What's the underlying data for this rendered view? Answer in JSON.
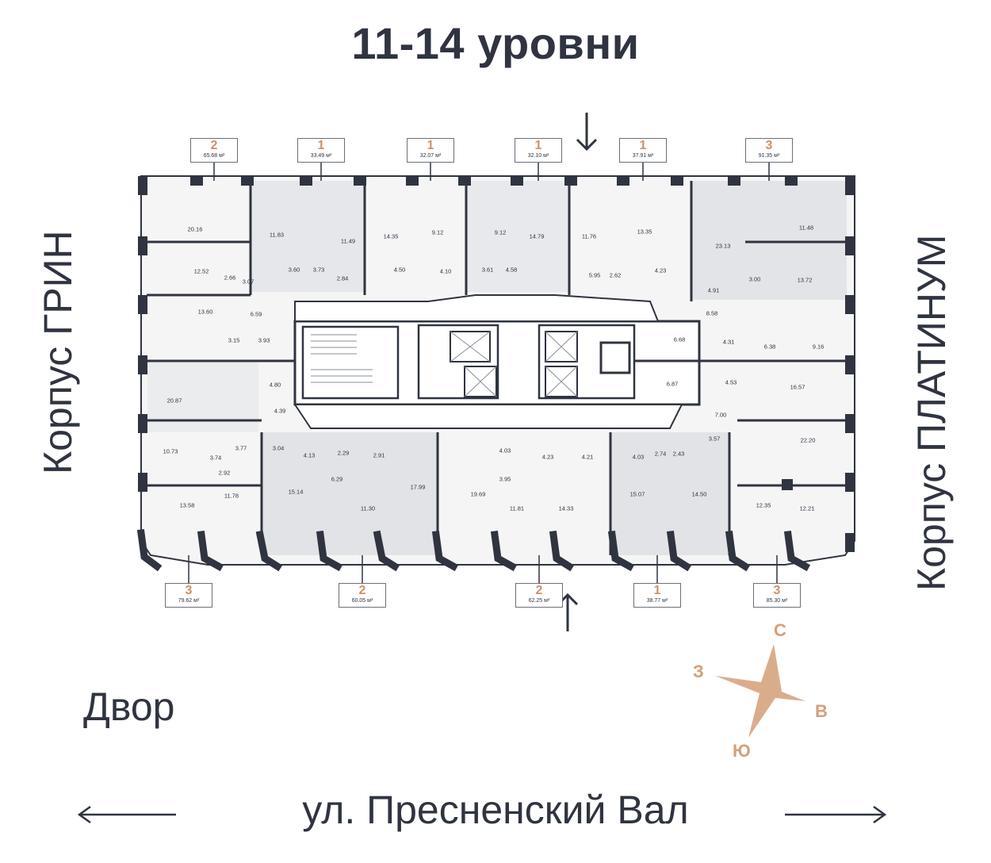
{
  "title": "11-14 уровни",
  "left_building": "Корпус ГРИН",
  "right_building": "Корпус ПЛАТИНУМ",
  "courtyard": "Двор",
  "street": "ул. Пресненский Вал",
  "compass": {
    "n": "С",
    "s": "Ю",
    "e": "В",
    "w": "З"
  },
  "top_apartments": [
    {
      "rooms": "2",
      "area": "65.68 м²"
    },
    {
      "rooms": "1",
      "area": "33.49 м²"
    },
    {
      "rooms": "1",
      "area": "32.07 м²"
    },
    {
      "rooms": "1",
      "area": "32.10 м²"
    },
    {
      "rooms": "1",
      "area": "37.91 м²"
    },
    {
      "rooms": "3",
      "area": "91.35 м²"
    }
  ],
  "bottom_apartments": [
    {
      "rooms": "3",
      "area": "79.62 м²"
    },
    {
      "rooms": "2",
      "area": "60.05 м²"
    },
    {
      "rooms": "2",
      "area": "62.25 м²"
    },
    {
      "rooms": "1",
      "area": "38.77 м²"
    },
    {
      "rooms": "3",
      "area": "85.30 м²"
    }
  ],
  "room_areas": [
    "20.16",
    "12.52",
    "2.66",
    "3.07",
    "13.60",
    "6.59",
    "3.15",
    "3.93",
    "11.83",
    "3.60",
    "3.73",
    "11.49",
    "2.84",
    "14.35",
    "9.12",
    "4.50",
    "4.10",
    "9.12",
    "14.79",
    "3.61",
    "4.58",
    "11.76",
    "13.35",
    "5.95",
    "2.62",
    "4.23",
    "23.13",
    "11.48",
    "4.91",
    "3.00",
    "13.72",
    "8.58",
    "6.68",
    "4.31",
    "6.38",
    "9.16",
    "20.87",
    "4.80",
    "4.39",
    "10.73",
    "3.74",
    "3.77",
    "2.92",
    "11.78",
    "13.58",
    "3.04",
    "4.13",
    "2.29",
    "6.29",
    "15.14",
    "2.91",
    "11.30",
    "17.99",
    "4.03",
    "19.69",
    "3.95",
    "4.23",
    "4.21",
    "11.81",
    "14.33",
    "4.03",
    "2.74",
    "2.43",
    "15.07",
    "14.50",
    "6.87",
    "4.53",
    "16.57",
    "7.00",
    "3.57",
    "22.20",
    "12.35",
    "12.21"
  ]
}
